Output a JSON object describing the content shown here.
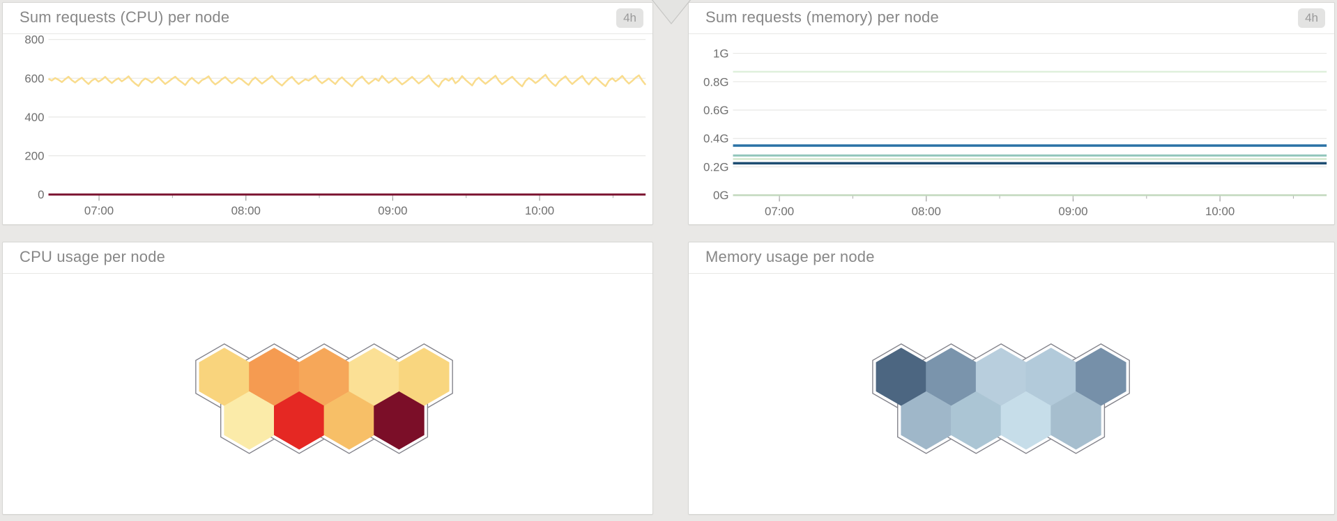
{
  "page": {
    "background": "#e9e8e6",
    "panel_border": "#d6d6d3",
    "grid_color": "#e7e7e5",
    "tick_label_color": "#6f6f6f",
    "title_color": "#878787"
  },
  "divider": {
    "collapse_arrow": "chevron-down"
  },
  "panels": {
    "cpu_requests": {
      "title": "Sum requests (CPU) per node",
      "range_badge": "4h"
    },
    "memory_requests": {
      "title": "Sum requests (memory) per node",
      "range_badge": "4h"
    },
    "cpu_usage": {
      "title": "CPU usage per node"
    },
    "memory_usage": {
      "title": "Memory usage per node"
    }
  },
  "chart_data": [
    {
      "panel": "cpu_requests",
      "type": "line",
      "title": "Sum requests (CPU) per node",
      "time_range_label": "4h",
      "x_tick_labels": [
        "07:00",
        "08:00",
        "09:00",
        "10:00"
      ],
      "y_tick_labels": [
        "800",
        "600",
        "400",
        "200",
        "0"
      ],
      "ylim": [
        0,
        800
      ],
      "grid": true,
      "legend": "none",
      "series": [
        {
          "color": "#f9dc8d",
          "width": 2.5,
          "values": [
            597,
            588,
            601,
            592,
            580,
            595,
            608,
            590,
            578,
            592,
            603,
            585,
            570,
            588,
            598,
            582,
            593,
            607,
            589,
            575,
            590,
            600,
            584,
            596,
            610,
            588,
            572,
            560,
            585,
            599,
            590,
            577,
            592,
            605,
            587,
            570,
            583,
            596,
            608,
            591,
            579,
            565,
            588,
            602,
            586,
            573,
            590,
            598,
            610,
            584,
            568,
            580,
            595,
            606,
            589,
            574,
            587,
            601,
            593,
            578,
            565,
            590,
            604,
            588,
            572,
            585,
            598,
            612,
            590,
            575,
            562,
            580,
            596,
            607,
            586,
            570,
            583,
            595,
            588,
            600,
            613,
            589,
            574,
            586,
            599,
            584,
            570,
            592,
            605,
            587,
            573,
            558,
            582,
            597,
            609,
            588,
            571,
            584,
            598,
            586,
            612,
            593,
            576,
            588,
            602,
            585,
            568,
            580,
            594,
            607,
            590,
            573,
            586,
            600,
            615,
            588,
            570,
            556,
            584,
            598,
            587,
            602,
            574,
            588,
            611,
            592,
            577,
            563,
            590,
            603,
            586,
            571,
            585,
            599,
            613,
            587,
            569,
            582,
            596,
            608,
            589,
            572,
            558,
            586,
            601,
            590,
            575,
            588,
            604,
            618,
            592,
            574,
            560,
            583,
            597,
            610,
            588,
            570,
            585,
            599,
            612,
            586,
            568,
            590,
            605,
            589,
            573,
            559,
            587,
            600,
            584,
            596,
            612,
            590,
            572,
            586,
            603,
            615,
            588,
            566
          ]
        },
        {
          "color": "#7b1330",
          "width": 3,
          "constant": 0
        }
      ]
    },
    {
      "panel": "memory_requests",
      "type": "line",
      "title": "Sum requests (memory) per node",
      "time_range_label": "4h",
      "x_tick_labels": [
        "07:00",
        "08:00",
        "09:00",
        "10:00"
      ],
      "y_tick_labels": [
        "1G",
        "0.8G",
        "0.6G",
        "0.4G",
        "0.2G",
        "0G"
      ],
      "ylim_g": [
        0,
        1
      ],
      "grid": true,
      "legend": "none",
      "series": [
        {
          "color": "#dff0dc",
          "width": 2.5,
          "constant": 0.87
        },
        {
          "color": "#2a72a5",
          "width": 3.5,
          "constant": 0.35
        },
        {
          "color": "#90c5bb",
          "width": 3,
          "constant": 0.28
        },
        {
          "color": "#d8e9d2",
          "width": 3,
          "constant": 0.255
        },
        {
          "color": "#1d4d71",
          "width": 3.5,
          "constant": 0.225
        },
        {
          "color": "#c2d8bd",
          "width": 2.5,
          "constant": 0
        }
      ]
    },
    {
      "panel": "cpu_usage",
      "type": "hexmap",
      "title": "CPU usage per node",
      "tile_outline": "#83838b",
      "rows": [
        [
          "#f9d47d",
          "#f59b51",
          "#f6a759",
          "#fbe095",
          "#f9d67f"
        ],
        [
          "#fbeba9",
          "#e52823",
          "#f7bf67",
          "#7b0e28"
        ]
      ]
    },
    {
      "panel": "memory_usage",
      "type": "hexmap",
      "title": "Memory usage per node",
      "tile_outline": "#83838b",
      "rows": [
        [
          "#4c6681",
          "#7a94ac",
          "#b8cedd",
          "#b2cada",
          "#7690a9"
        ],
        [
          "#9fb7c9",
          "#abc5d4",
          "#c6dde9",
          "#a6bece"
        ]
      ]
    }
  ]
}
